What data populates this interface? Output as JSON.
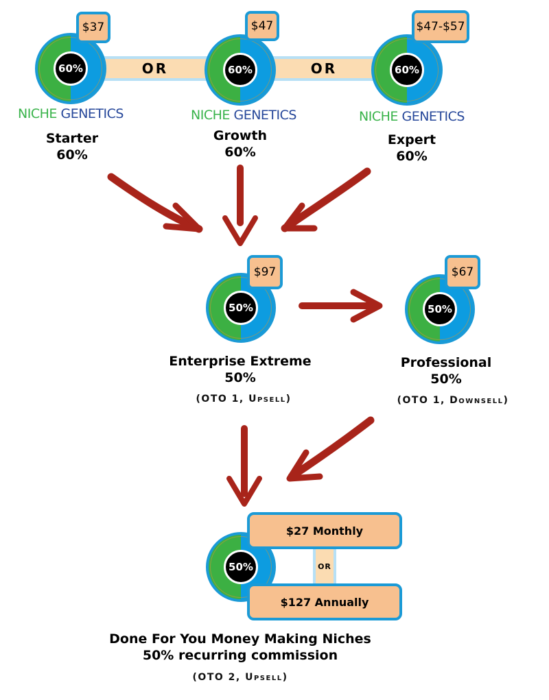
{
  "colors": {
    "donut_left": "#3cb043",
    "donut_right": "#0d9ce0",
    "ring_border": "#1b9ad6",
    "price_fill": "#f7c08f",
    "or_fill": "#fbdcb2",
    "arrow": "#a8241a",
    "brand_niche": "#39b34a",
    "brand_genetics": "#26479a"
  },
  "front_end": {
    "or_label": "OR",
    "products": [
      {
        "price": "$37",
        "commission": "60%",
        "brand_a": "NICHE",
        "brand_b": "GENETICS",
        "name": "Starter",
        "rate": "60%"
      },
      {
        "price": "$47",
        "commission": "60%",
        "brand_a": "NICHE",
        "brand_b": "GENETICS",
        "name": "Growth",
        "rate": "60%"
      },
      {
        "price": "$47-$57",
        "commission": "60%",
        "brand_a": "NICHE",
        "brand_b": "GENETICS",
        "name": "Expert",
        "rate": "60%"
      }
    ]
  },
  "oto1": {
    "upsell": {
      "price": "$97",
      "commission": "50%",
      "name": "Enterprise Extreme",
      "rate": "50%",
      "tag": "(OTO 1, Upsell)"
    },
    "downsell": {
      "price": "$67",
      "commission": "50%",
      "name": "Professional",
      "rate": "50%",
      "tag": "(OTO 1, Downsell)"
    }
  },
  "oto2": {
    "commission": "50%",
    "monthly": "$27 Monthly",
    "or_label": "OR",
    "annually": "$127 Annually",
    "name": "Done For You Money Making Niches",
    "rate": "50% recurring commission",
    "tag": "(OTO 2, Upsell)"
  }
}
